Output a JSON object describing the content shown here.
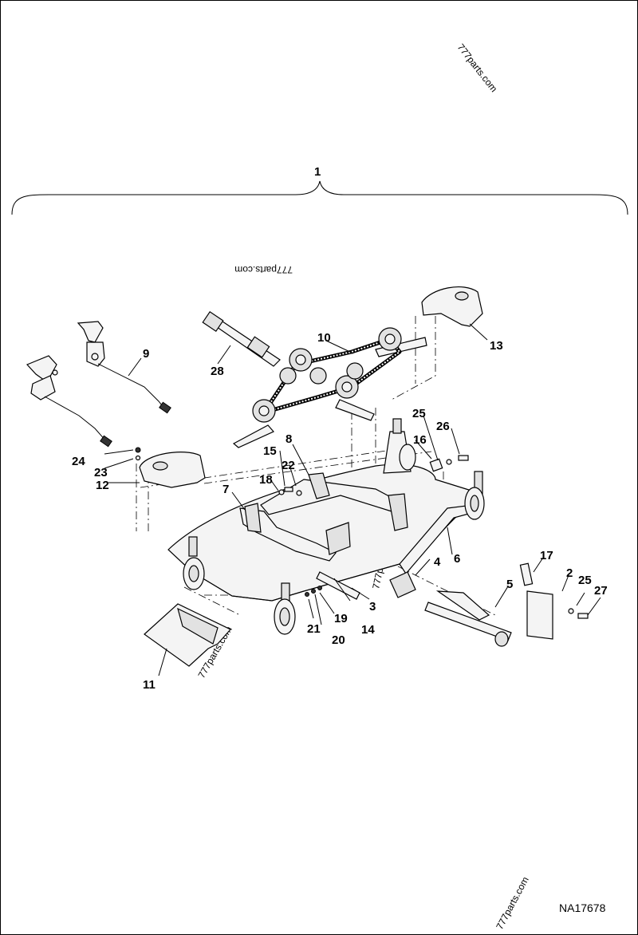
{
  "watermarks": [
    "777parts.com",
    "777parts.com",
    "777parts.com",
    "777parts.com",
    "777parts.com"
  ],
  "figure_ref": "NA17678",
  "callouts": {
    "c1": "1",
    "c2": "2",
    "c3": "3",
    "c4": "4",
    "c5": "5",
    "c6": "6",
    "c7": "7",
    "c8": "8",
    "c9": "9",
    "c10": "10",
    "c11": "11",
    "c12": "12",
    "c13": "13",
    "c14": "14",
    "c15": "15",
    "c16": "16",
    "c17": "17",
    "c18": "18",
    "c19": "19",
    "c20": "20",
    "c21": "21",
    "c22": "22",
    "c23": "23",
    "c24": "24",
    "c25a": "25",
    "c25b": "25",
    "c26": "26",
    "c27": "27",
    "c28": "28"
  }
}
